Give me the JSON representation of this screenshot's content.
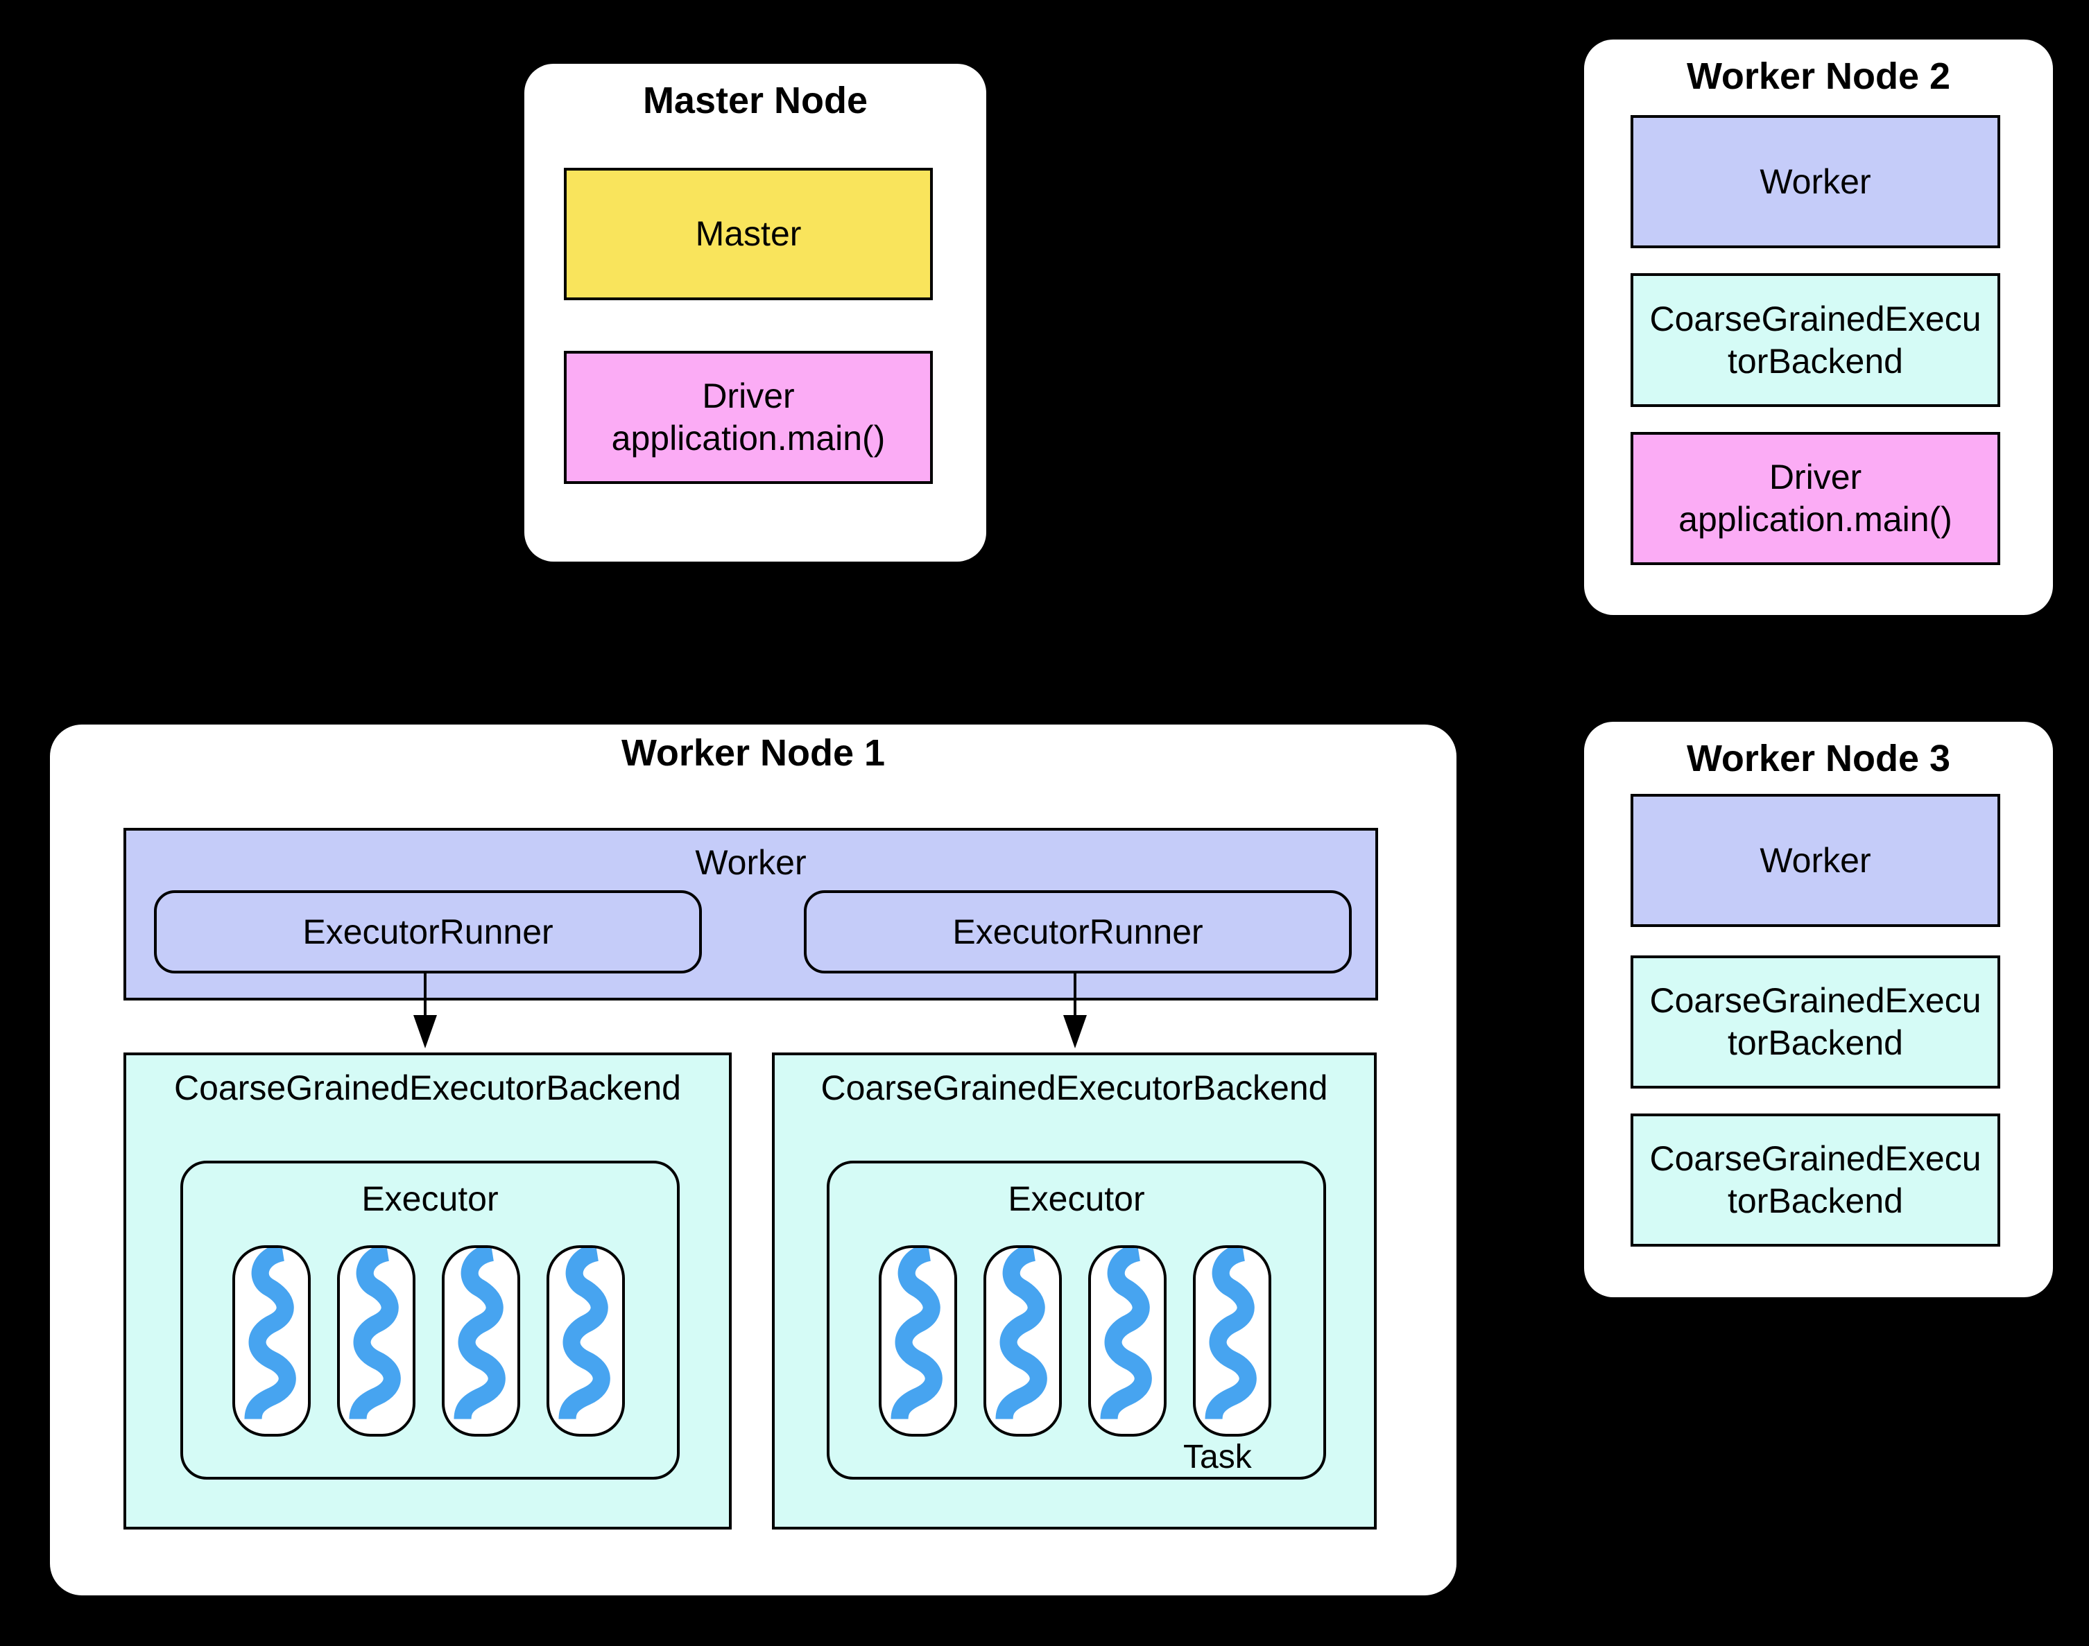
{
  "colors": {
    "background": "#000000",
    "panel": "#ffffff",
    "yellow": "#F9E45C",
    "pink": "#FBACF5",
    "lavender": "#C5CCF9",
    "cyan": "#D5FBF6",
    "thread_blue": "#47A4F0",
    "border": "#000000",
    "text": "#000000"
  },
  "master_node": {
    "title": "Master Node",
    "master_label": "Master",
    "driver": {
      "lines": [
        "Driver",
        "application.main()"
      ]
    }
  },
  "worker_node_1": {
    "title": "Worker Node 1",
    "worker_label": "Worker",
    "executor_runners": [
      {
        "label": "ExecutorRunner"
      },
      {
        "label": "ExecutorRunner"
      }
    ],
    "backends": [
      {
        "title": "CoarseGrainedExecutorBackend",
        "executor_label": "Executor",
        "task_count": 4
      },
      {
        "title": "CoarseGrainedExecutorBackend",
        "executor_label": "Executor",
        "task_count": 4,
        "task_label": "Task"
      }
    ]
  },
  "worker_node_2": {
    "title": "Worker Node 2",
    "worker_label": "Worker",
    "backend": {
      "lines": [
        "CoarseGrainedExecu",
        "torBackend"
      ]
    },
    "driver": {
      "lines": [
        "Driver",
        "application.main()"
      ]
    }
  },
  "worker_node_3": {
    "title": "Worker Node 3",
    "worker_label": "Worker",
    "backends": [
      {
        "lines": [
          "CoarseGrainedExecu",
          "torBackend"
        ]
      },
      {
        "lines": [
          "CoarseGrainedExecu",
          "torBackend"
        ]
      }
    ]
  }
}
